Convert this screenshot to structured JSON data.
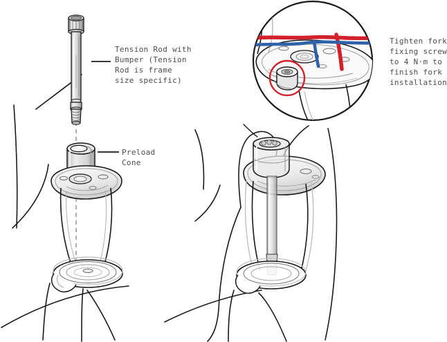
{
  "document": {
    "type": "technical-illustration",
    "subject": "bicycle suspension fork tension rod installation",
    "background_color": "#ffffff",
    "line_color": "#1a1a1a",
    "text_color": "#4d4d4d",
    "accent_red": "#d3212c",
    "accent_blue": "#2f62a8",
    "metal_light": "#f0f0f0",
    "metal_mid": "#d9d9d9",
    "metal_dark": "#a8a8a8"
  },
  "annotations": {
    "tension_rod": {
      "lines": [
        "Tension Rod with",
        "Bumper (Tension",
        "Rod is frame",
        "size specific)"
      ]
    },
    "preload_cone": {
      "lines": [
        "Preload",
        "Cone"
      ]
    },
    "tighten_note": {
      "lines": [
        "Tighten fork",
        "fixing screw",
        "to 4 N·m to",
        "finish fork",
        "installation."
      ]
    }
  },
  "figures": {
    "left_assembly": {
      "label": "exploded view: tension rod above preload cone and steerer",
      "parts": [
        "tension-rod",
        "bumper",
        "preload-cone",
        "fork-crown",
        "head-tube",
        "bearing-cup",
        "frame-tubes"
      ]
    },
    "right_assembly": {
      "label": "assembled ghosted view: tension rod inserted through preload cone",
      "parts": [
        "tension-rod-inserted",
        "preload-cone",
        "fork-crown",
        "head-tube",
        "cable-routing"
      ]
    },
    "detail_circle": {
      "label": "magnified detail of fork crown fixing screw with cable routing",
      "highlight": "red circle around fixing screw",
      "cables": [
        "red-cable",
        "blue-cable"
      ]
    }
  }
}
